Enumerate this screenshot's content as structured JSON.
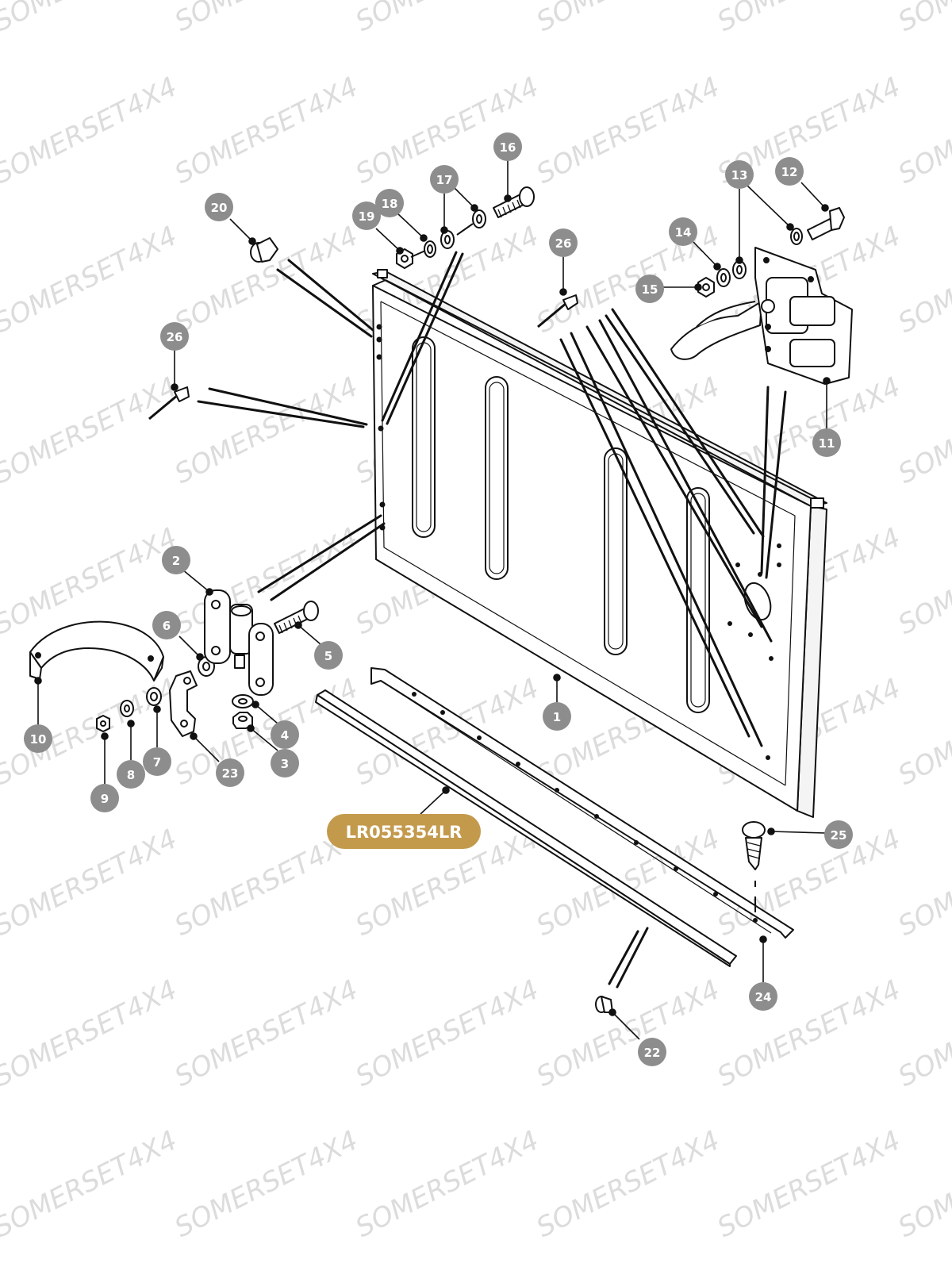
{
  "watermark": {
    "text": "SOMERSET4X4"
  },
  "part_badge": {
    "label": "LR055354LR",
    "color": "#c39a4c"
  },
  "callouts": {
    "c1": "1",
    "c2": "2",
    "c3": "3",
    "c4": "4",
    "c5": "5",
    "c6": "6",
    "c7": "7",
    "c8": "8",
    "c9": "9",
    "c10": "10",
    "c11": "11",
    "c12": "12",
    "c13": "13",
    "c14": "14",
    "c15": "15",
    "c16": "16",
    "c17": "17",
    "c18": "18",
    "c19": "19",
    "c20": "20",
    "c22": "22",
    "c23": "23",
    "c24": "24",
    "c25": "25",
    "c26a": "26",
    "c26b": "26"
  },
  "colors": {
    "callout_fill": "#8d8d8d",
    "callout_text": "#ffffff",
    "line": "#111111",
    "watermark": "#d9d9d9"
  }
}
